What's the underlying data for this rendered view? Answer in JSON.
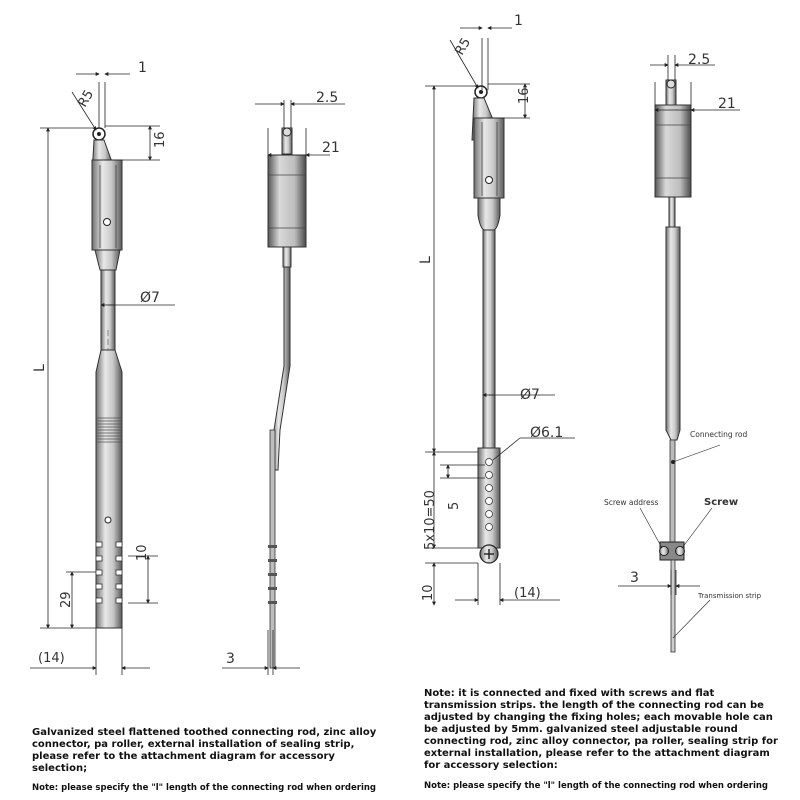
{
  "left_diagram": {
    "dim_1": "1",
    "dim_r5": "R5",
    "dim_16": "16",
    "dim_2_5": "2.5",
    "dim_21": "21",
    "dim_l": "L",
    "dim_d7": "Ø7",
    "dim_10": "10",
    "dim_29": "29",
    "dim_14": "(14)",
    "dim_3": "3"
  },
  "right_diagram": {
    "dim_1": "1",
    "dim_r5": "R5",
    "dim_16": "16",
    "dim_2_5": "2.5",
    "dim_21": "21",
    "dim_l": "L",
    "dim_d7": "Ø7",
    "dim_d6_1": "Ø6.1",
    "dim_5": "5",
    "dim_5x10": "5x10=50",
    "dim_10": "10",
    "dim_14": "(14)",
    "dim_3": "3",
    "label_connecting_rod": "Connecting rod",
    "label_screw_address": "Screw address",
    "label_screw": "Screw",
    "label_transmission_strip": "Transmission strip"
  },
  "captions": {
    "left_description": "Galvanized steel flattened toothed connecting rod, zinc alloy connector, pa roller, external installation of sealing strip, please refer to the attachment diagram for accessory selection;",
    "left_note": "Note: please specify the \"l\" length of the connecting rod when ordering",
    "right_description": "Note: it is connected and fixed with screws and flat transmission strips. the length of the connecting rod can be adjusted by changing the fixing holes; each movable hole can be adjusted by 5mm. galvanized steel adjustable round connecting rod, zinc alloy connector, pa roller, sealing strip for external installation, please refer to the attachment diagram for accessory selection:",
    "right_note": "Note: please specify the \"l\" length of the connecting rod when ordering"
  }
}
